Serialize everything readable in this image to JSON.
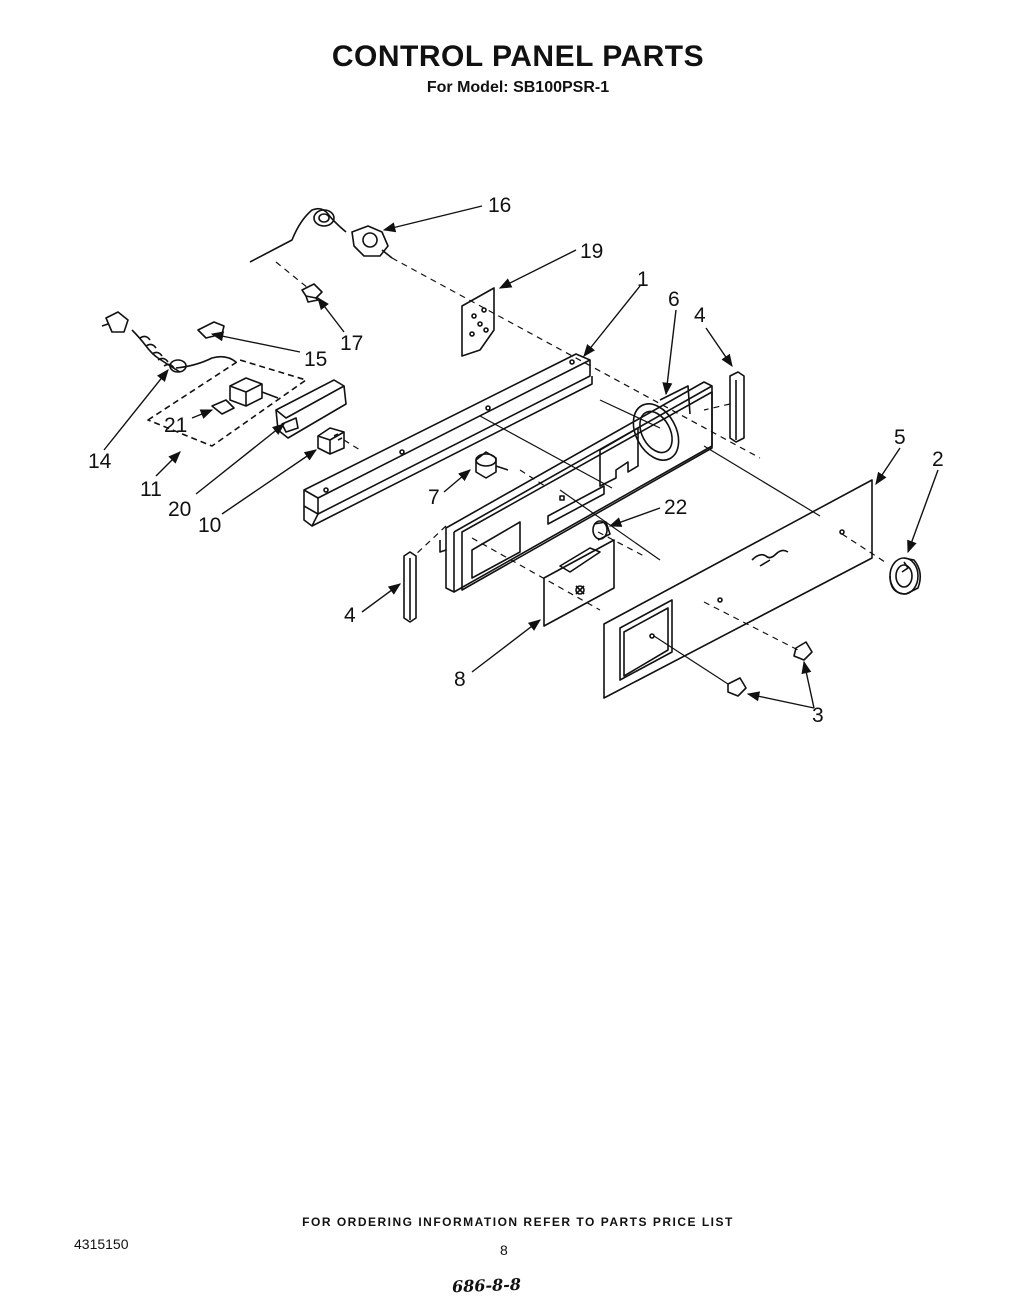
{
  "header": {
    "title": "CONTROL PANEL PARTS",
    "subtitle": "For Model: SB100PSR-1"
  },
  "callouts": [
    "16",
    "19",
    "1",
    "6",
    "4",
    "17",
    "15",
    "14",
    "21",
    "11",
    "20",
    "10",
    "7",
    "22",
    "5",
    "2",
    "4",
    "8",
    "3"
  ],
  "footer": {
    "ordering_note": "FOR ORDERING INFORMATION REFER TO PARTS PRICE LIST",
    "document_number": "4315150",
    "page_number": "8",
    "handwritten_note": "686-8-8"
  }
}
